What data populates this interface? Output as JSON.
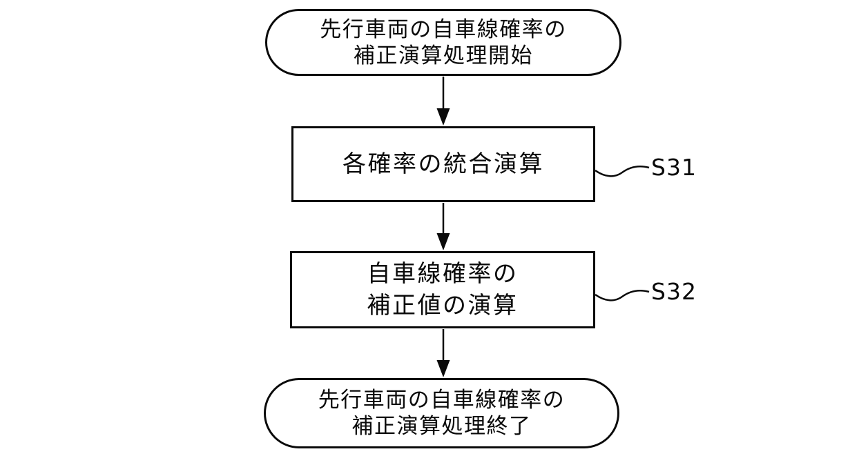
{
  "figure": {
    "background_color": "#ffffff",
    "ink_color": "#0a0a0a",
    "type": "flowchart"
  },
  "flowchart": {
    "start": {
      "shape": "terminator",
      "lines": [
        "先行車両の自車線確率の",
        "補正演算処理開始"
      ]
    },
    "steps": [
      {
        "id": "S31",
        "shape": "process",
        "lines": [
          "各確率の統合演算"
        ]
      },
      {
        "id": "S32",
        "shape": "process",
        "lines": [
          "自車線確率の",
          "補正値の演算"
        ]
      }
    ],
    "end": {
      "shape": "terminator",
      "lines": [
        "先行車両の自車線確率の",
        "補正演算処理終了"
      ]
    }
  }
}
